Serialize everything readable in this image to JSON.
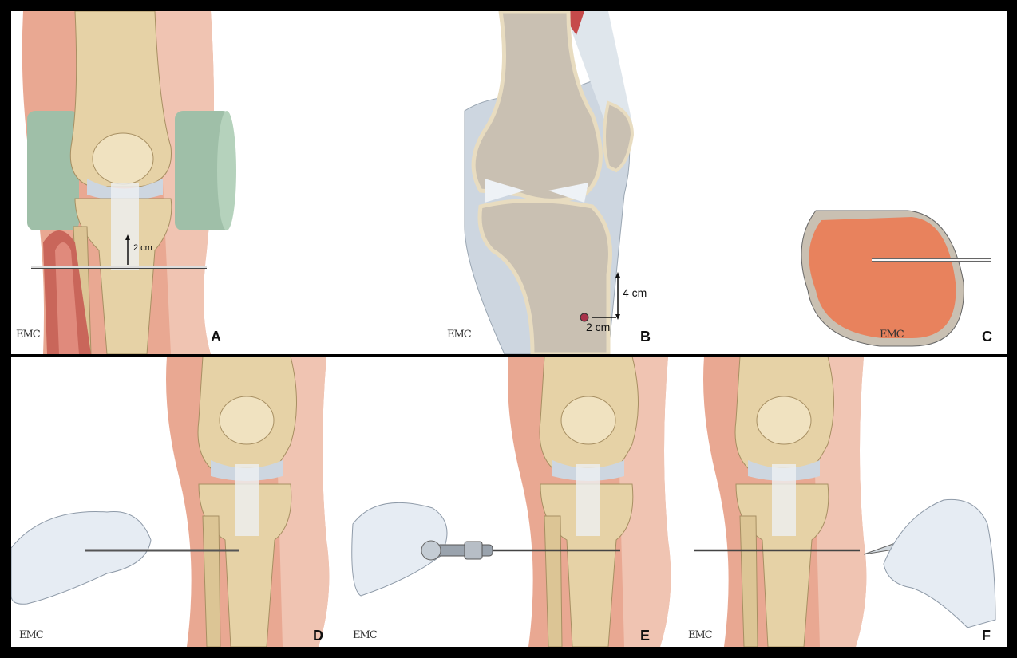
{
  "watermark": "EMC",
  "panels": {
    "a": {
      "label": "A",
      "measure": "2 cm"
    },
    "b": {
      "label": "B",
      "measure_vertical": "4 cm",
      "measure_horizontal": "2 cm"
    },
    "c": {
      "label": "C"
    },
    "d": {
      "label": "D"
    },
    "e": {
      "label": "E"
    },
    "f": {
      "label": "F"
    }
  },
  "colors": {
    "skin": "#e9a892",
    "bone": "#e6d2a6",
    "bone_section": "#c9c0b2",
    "marrow": "#e8825d",
    "cartilage": "#cdd6e0",
    "glove": "#e6ecf3",
    "muscle": "#c9665a",
    "pad": "#9fbfa8"
  },
  "icons": [
    "knee-anterior-illustration",
    "knee-sagittal-section",
    "tibia-cross-section",
    "gloved-hand-icon",
    "hand-drill-icon",
    "scalpel-icon",
    "steinmann-pin-icon"
  ]
}
